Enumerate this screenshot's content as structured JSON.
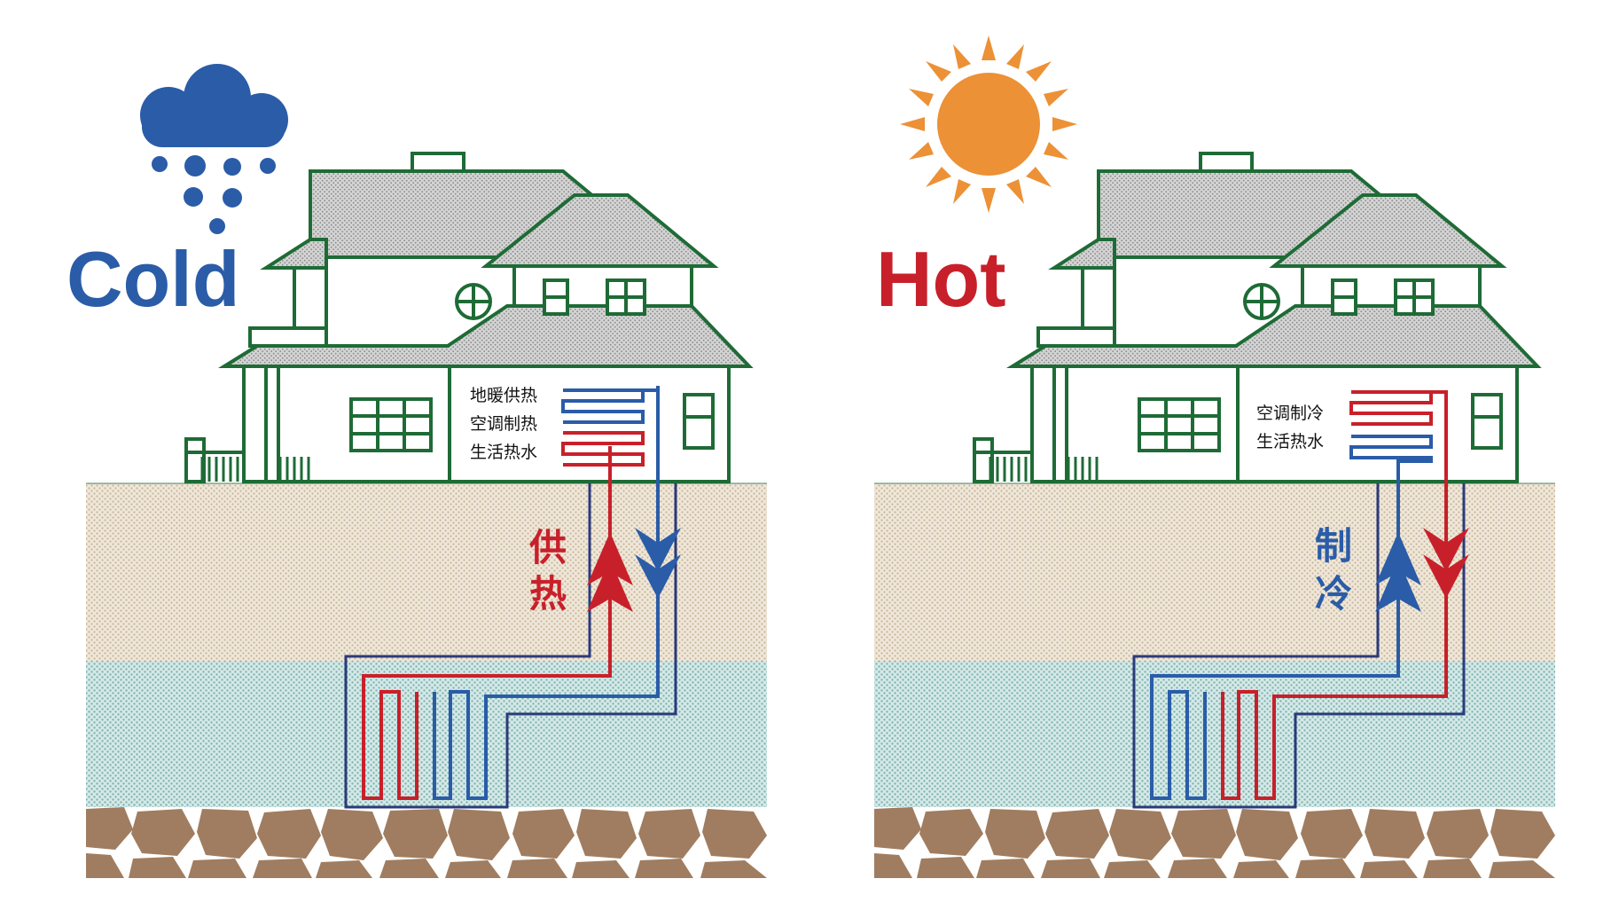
{
  "colors": {
    "cold": "#2a5ca8",
    "hot": "#c8202a",
    "sun": "#ec9136",
    "house": "#1e6b36",
    "soil": "#e4d8c5",
    "water": "#b4d6d5",
    "rock": "#a07d60"
  },
  "left_panel": {
    "weather_word": "Cold",
    "weather_icon": "snow-cloud-icon",
    "labels": [
      "地暖供热",
      "空调制热",
      "生活热水"
    ],
    "mode_chars": [
      "供",
      "热"
    ]
  },
  "right_panel": {
    "weather_word": "Hot",
    "weather_icon": "sun-icon",
    "labels": [
      "空调制冷",
      "生活热水"
    ],
    "mode_chars": [
      "制",
      "冷"
    ]
  }
}
